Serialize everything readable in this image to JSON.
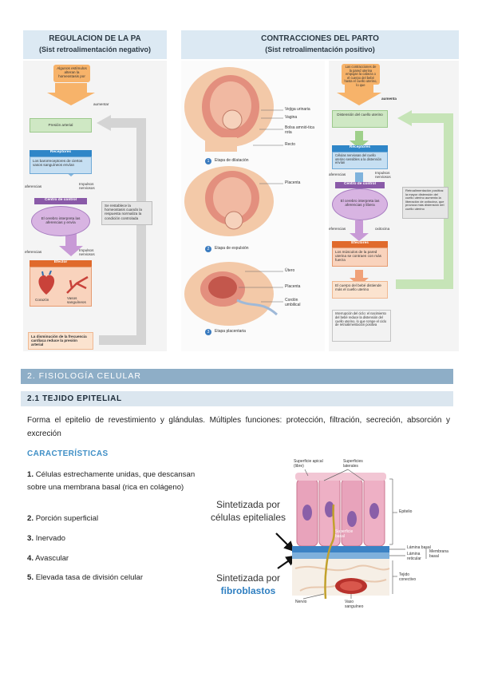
{
  "left_panel": {
    "title_line1": "REGULACION DE LA PA",
    "title_line2": "(Sist retroalimentación negativo)",
    "stimulus": "Algunos estímulos alteran la homeostasis por",
    "stimulus_change": "aumentar",
    "variable": "Presión arterial",
    "receptors_head": "Receptores",
    "receptors_body": "Los barorreceptores de ciertos vasos sanguíneos envían",
    "afferent": "aferencias",
    "nerve_impulses_1": "Impulsos nerviosos",
    "control_head": "Centro de control",
    "control_body": "El cerebro interpreta las aferencias y envía",
    "efferent": "eferencias",
    "nerve_impulses_2": "Impulsos nerviosos",
    "effector_head": "Efector",
    "heart_label": "Corazón",
    "vessels_label": "Vasos sanguíneos",
    "response": "La disminución de la frecuencia cardíaca reduce la presión arterial",
    "feedback_note": "Se restablece la homeostasis cuando la respuesta normaliza la condición controlada"
  },
  "right_panel": {
    "title_line1": "CONTRACCIONES DEL PARTO",
    "title_line2": "(Sist retroalimentación positivo)",
    "fig_labels": {
      "bladder": "Vejiga urinaria",
      "vagina": "Vagina",
      "amniotic": "Bolsa amnió-tica rota",
      "rectum": "Recto",
      "stage1": "Etapa de dilatación",
      "placenta1": "Placenta",
      "stage2": "Etapa de expulsión",
      "uterus": "Útero",
      "placenta2": "Placenta",
      "cord": "Cordón umbilical",
      "stage3": "Etapa placentaria",
      "n1": "1",
      "n2": "2",
      "n3": "3"
    },
    "stimulus": "Las contracciones de la pared uterina empujan la cabeza o el cuerpo del bebé hasta el cuello uterino, lo que",
    "stimulus_change": "aumenta",
    "variable": "Distensión del cuello uterino",
    "receptors_head": "Receptores",
    "receptors_body": "Células nerviosas del cuello uterino sensibles a la distensión envían",
    "afferent": "aferencias",
    "nerve_impulses_1": "Impulsos nerviosos",
    "control_head": "Centro de control",
    "control_body": "El cerebro interpreta las aferencias y libera",
    "efferent": "eferencias",
    "oxytocin": "oxitocina",
    "effector_head": "Efectores",
    "effector_body": "Los músculos de la pared uterina se contraen con más fuerza",
    "response": "El cuerpo del bebé distiende más el cuello uterino",
    "feedback_note": "Retroalimentación positiva: la mayor distensión del cuello uterino aumenta la liberación de oxitocina, que provoca más distensión del cuello uterino",
    "interruption": "Interrupción del ciclo: el nacimiento del bebé reduce la distensión del cuello uterino, lo que rompe el ciclo de retroalimentación positiva"
  },
  "section": {
    "title": "2. FISIOLOGÍA CELULAR",
    "subtitle": "2.1 TEJIDO EPITELIAL",
    "paragraph": "Forma el epitelio de revestimiento y glándulas. Múltiples funciones: protección, filtración, secreción, absorción y excreción",
    "characteristics_title": "CARACTERÍSTICAS",
    "items": [
      {
        "num": "1.",
        "text": "Células estrechamente unidas, que descansan sobre una membrana basal (rica en colágeno)"
      },
      {
        "num": "2.",
        "text": "Porción superficial"
      },
      {
        "num": "3.",
        "text": "Inervado"
      },
      {
        "num": "4.",
        "text": "Avascular"
      },
      {
        "num": "5.",
        "text": "Elevada tasa de división celular"
      }
    ]
  },
  "epithelium_figure": {
    "annotation_epithelial_1": "Sintetizada por",
    "annotation_epithelial_2": "células epiteliales",
    "annotation_fibro_1": "Sintetizada por",
    "annotation_fibro_2": "fibroblastos",
    "apical": "Superficie apical (libre)",
    "lateral": "Superficies laterales",
    "epitelio": "Epitelio",
    "basal_surface": "Superficie basal",
    "lamina_basal": "Lámina basal",
    "lamina_reticular": "Lámina reticular",
    "membrana_basal": "Membrana basal",
    "tejido_conectivo": "Tejido conectivo",
    "nervio": "Nervio",
    "vaso": "Vaso sanguíneo"
  },
  "colors": {
    "section_bar": "#8eaec7",
    "sub_bar": "#dbe6ef",
    "accent_blue": "#3f8fc6",
    "fibro_blue": "#2f7fc1"
  }
}
